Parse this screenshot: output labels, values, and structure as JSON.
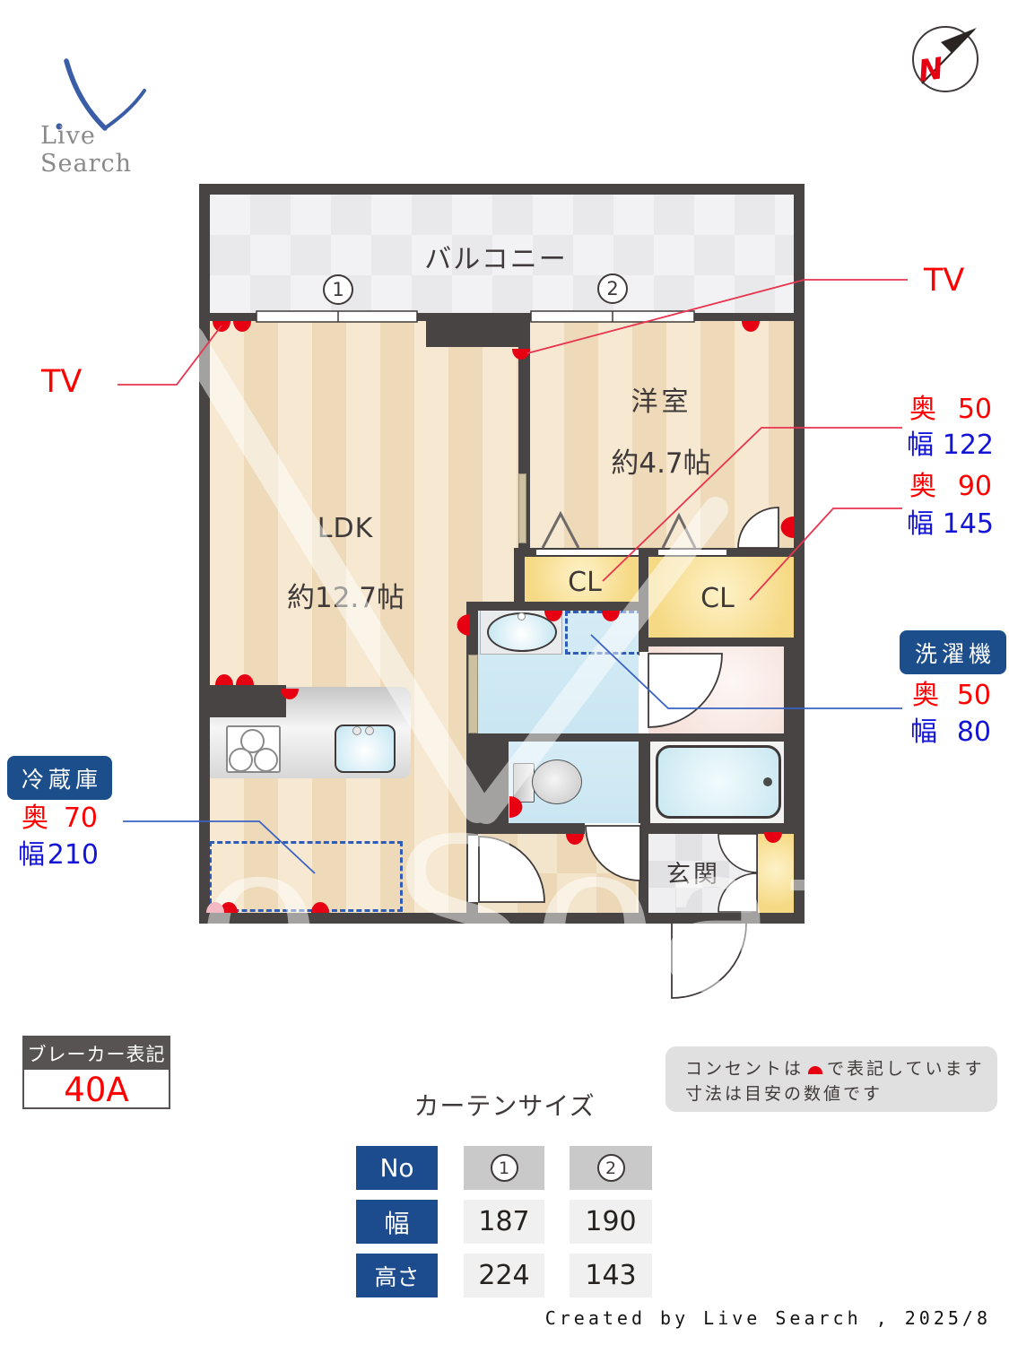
{
  "logo": {
    "text": "Live Search"
  },
  "compass": {
    "label": "N"
  },
  "watermark": "Live Search",
  "plan": {
    "balcony_label": "バルコニー",
    "window1_no": "1",
    "window2_no": "2",
    "ldk_name": "LDK",
    "ldk_size": "約12.7帖",
    "bedroom_name": "洋室",
    "bedroom_size": "約4.7帖",
    "closet1_label": "CL",
    "closet2_label": "CL",
    "entrance_label": "玄関"
  },
  "annotations": {
    "tv_left": "TV",
    "tv_right": "TV",
    "closet1_dim": {
      "depth_label": "奥",
      "depth": "50",
      "width_label": "幅",
      "width": "122"
    },
    "closet2_dim": {
      "depth_label": "奥",
      "depth": "90",
      "width_label": "幅",
      "width": "145"
    },
    "washer": {
      "label": "洗濯機",
      "depth_label": "奥",
      "depth": "50",
      "width_label": "幅",
      "width": "80"
    },
    "fridge": {
      "label": "冷蔵庫",
      "depth_label": "奥",
      "depth": "70",
      "width_label": "幅",
      "width": "210"
    }
  },
  "breaker": {
    "title": "ブレーカー表記",
    "value": "40A"
  },
  "curtain": {
    "title": "カーテンサイズ",
    "row_no": "No",
    "row_width": "幅",
    "row_height": "高さ",
    "col1": {
      "no": "1",
      "width": "187",
      "height": "224"
    },
    "col2": {
      "no": "2",
      "width": "190",
      "height": "143"
    }
  },
  "notes": {
    "line1_pre": "コンセントは",
    "line1_post": "で表記しています",
    "line2": "寸法は目安の数値です"
  },
  "footer": "Created by Live Search , 2025/8",
  "colors": {
    "wall": "#474443",
    "outlet_red": "#e60012",
    "line_red": "#e8344e",
    "line_blue": "#3b63c4",
    "text_red": "#ff0000",
    "text_blue": "#1414d6",
    "badge_navy": "#1d4e8c",
    "table_navy": "#1c4b8e",
    "closet_yellow": "#f6d985",
    "floor_beige": "#eed9b8"
  }
}
